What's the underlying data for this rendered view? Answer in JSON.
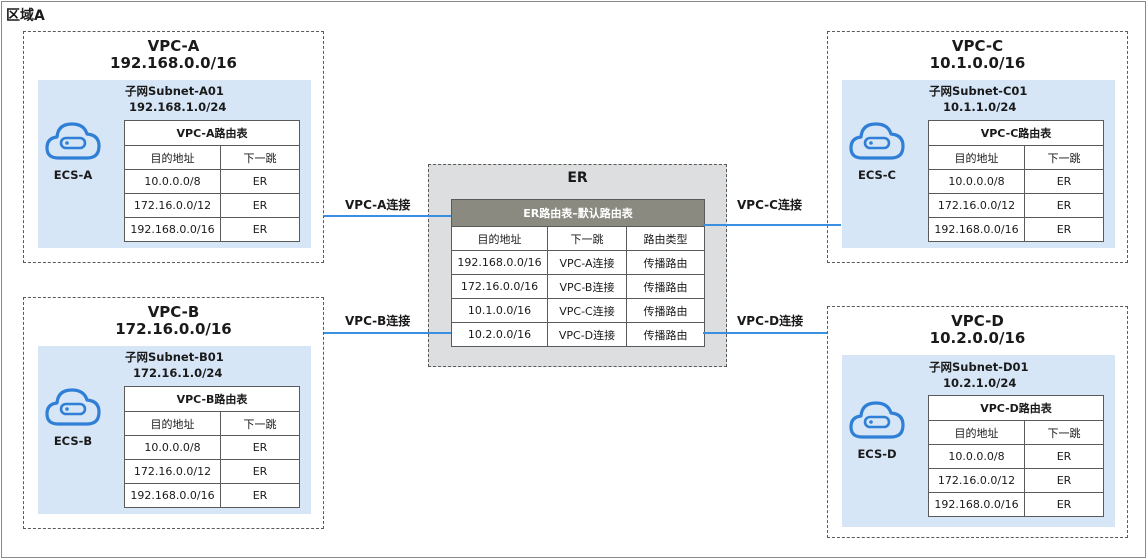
{
  "region": {
    "title": "区域A"
  },
  "vpcs": {
    "a": {
      "name": "VPC-A",
      "cidr": "192.168.0.0/16",
      "subnet_name": "子网Subnet-A01",
      "subnet_cidr": "192.168.1.0/24",
      "ecs": "ECS-A",
      "table": {
        "title": "VPC-A路由表",
        "headers": [
          "目的地址",
          "下一跳"
        ],
        "rows": [
          [
            "10.0.0.0/8",
            "ER"
          ],
          [
            "172.16.0.0/12",
            "ER"
          ],
          [
            "192.168.0.0/16",
            "ER"
          ]
        ]
      }
    },
    "b": {
      "name": "VPC-B",
      "cidr": "172.16.0.0/16",
      "subnet_name": "子网Subnet-B01",
      "subnet_cidr": "172.16.1.0/24",
      "ecs": "ECS-B",
      "table": {
        "title": "VPC-B路由表",
        "headers": [
          "目的地址",
          "下一跳"
        ],
        "rows": [
          [
            "10.0.0.0/8",
            "ER"
          ],
          [
            "172.16.0.0/12",
            "ER"
          ],
          [
            "192.168.0.0/16",
            "ER"
          ]
        ]
      }
    },
    "c": {
      "name": "VPC-C",
      "cidr": "10.1.0.0/16",
      "subnet_name": "子网Subnet-C01",
      "subnet_cidr": "10.1.1.0/24",
      "ecs": "ECS-C",
      "table": {
        "title": "VPC-C路由表",
        "headers": [
          "目的地址",
          "下一跳"
        ],
        "rows": [
          [
            "10.0.0.0/8",
            "ER"
          ],
          [
            "172.16.0.0/12",
            "ER"
          ],
          [
            "192.168.0.0/16",
            "ER"
          ]
        ]
      }
    },
    "d": {
      "name": "VPC-D",
      "cidr": "10.2.0.0/16",
      "subnet_name": "子网Subnet-D01",
      "subnet_cidr": "10.2.1.0/24",
      "ecs": "ECS-D",
      "table": {
        "title": "VPC-D路由表",
        "headers": [
          "目的地址",
          "下一跳"
        ],
        "rows": [
          [
            "10.0.0.0/8",
            "ER"
          ],
          [
            "172.16.0.0/12",
            "ER"
          ],
          [
            "192.168.0.0/16",
            "ER"
          ]
        ]
      }
    }
  },
  "er": {
    "title": "ER",
    "table": {
      "title": "ER路由表–默认路由表",
      "headers": [
        "目的地址",
        "下一跳",
        "路由类型"
      ],
      "rows": [
        [
          "192.168.0.0/16",
          "VPC-A连接",
          "传播路由"
        ],
        [
          "172.16.0.0/16",
          "VPC-B连接",
          "传播路由"
        ],
        [
          "10.1.0.0/16",
          "VPC-C连接",
          "传播路由"
        ],
        [
          "10.2.0.0/16",
          "VPC-D连接",
          "传播路由"
        ]
      ]
    }
  },
  "links": {
    "a": "VPC-A连接",
    "b": "VPC-B连接",
    "c": "VPC-C连接",
    "d": "VPC-D连接"
  },
  "colors": {
    "link": "#3b8fe0",
    "subnet_bg": "#d6e6f7",
    "er_bg": "#dcdee0",
    "er_header": "#8a8a80",
    "cloud_icon": "#2f7fd6"
  },
  "icons": {
    "ecs": "cloud-server-icon"
  }
}
